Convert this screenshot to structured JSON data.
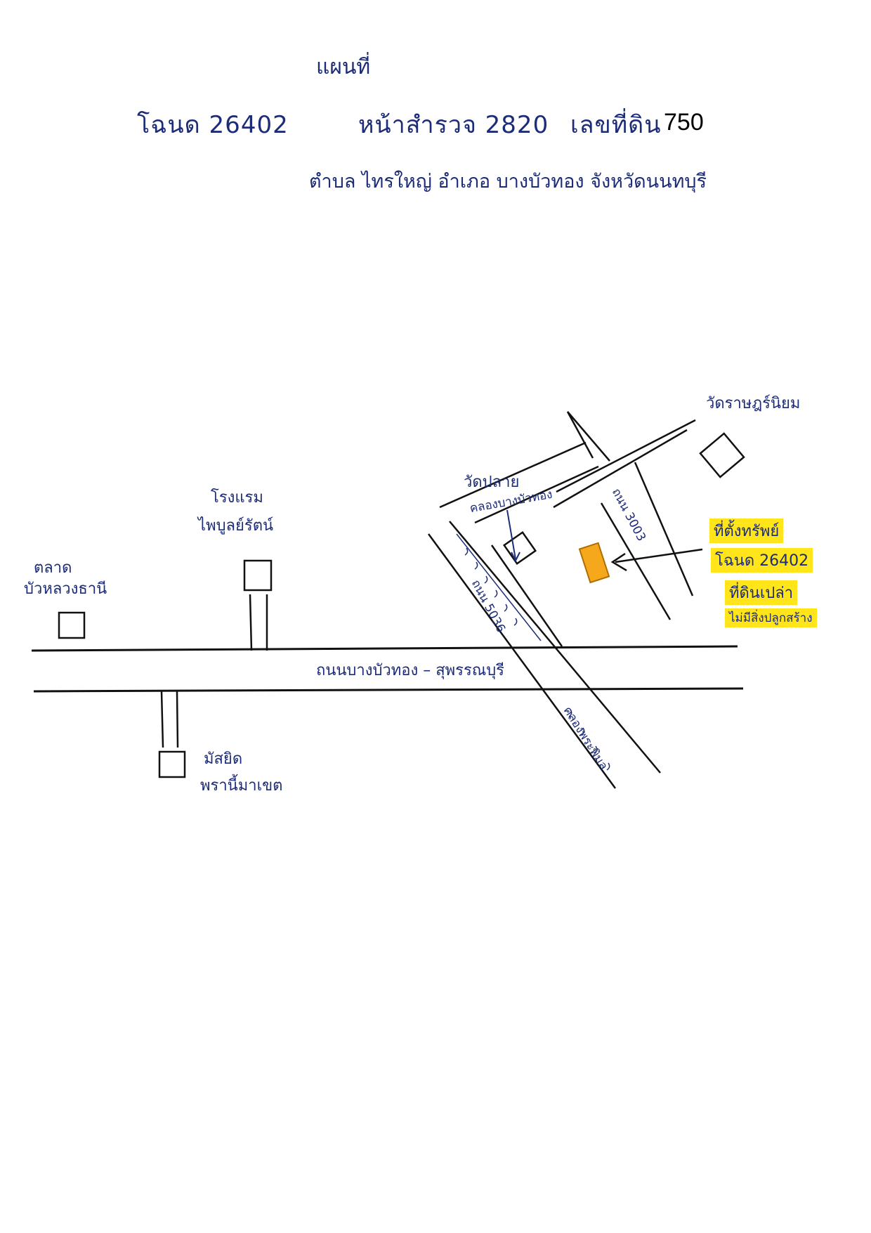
{
  "header": {
    "title": "แผนที่",
    "line1_deed": "โฉนด 26402",
    "line1_survey": "หน้าสำรวจ 2820",
    "line1_landno_label": "เลขที่ดิน",
    "line1_landno_value": "750",
    "line2": "ตำบล ไทรใหญ่  อำเภอ บางบัวทอง จังหวัดนนทบุรี"
  },
  "landmarks": {
    "market": [
      "ตลาด",
      "บัวหลวงธานี"
    ],
    "hotel": [
      "โรงแรม",
      "ไพบูลย์รัตน์"
    ],
    "mosque": [
      "มัสยิด",
      "พรานี้มาเขต"
    ],
    "temple_top": "วัดราษฎร์นิยม",
    "temple_canal": [
      "วัดปลาย",
      "คลองบางบัวทอง"
    ]
  },
  "roads": {
    "main": "ถนนบางบัวทอง – สุพรรณบุรี",
    "road_5036": "ถนน 5036",
    "road_3003": "ถนน 3003",
    "canal": "คลองพระพิมล"
  },
  "property": {
    "line1": "ที่ตั้งทรัพย์",
    "line2": "โฉนด 26402",
    "line3": "ที่ดินเปล่า",
    "line4": "ไม่มีสิ่งปลูกสร้าง",
    "highlight_color": "#ffe51a",
    "parcel_color": "#f5a81c"
  },
  "colors": {
    "ink": "#1c2c78",
    "road_line": "#111111"
  }
}
